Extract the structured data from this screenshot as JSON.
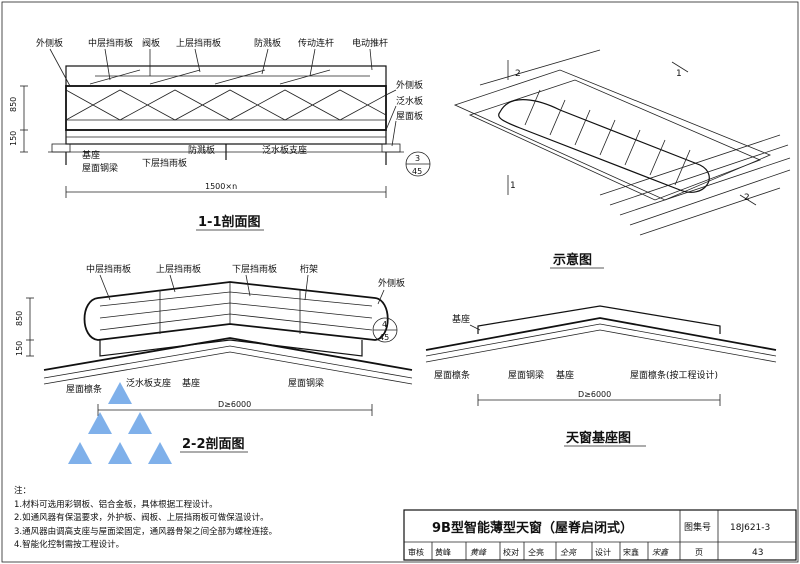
{
  "section11": {
    "title": "1-1剖面图",
    "labels": {
      "outer_side": "外侧板",
      "mid_baffle": "中层挡雨板",
      "valve": "阀板",
      "upper_baffle": "上层挡雨板",
      "anti_splash": "防溅板",
      "drive_rod": "传动连杆",
      "electric_rod": "电动推杆",
      "outer_side_r": "外侧板",
      "flashing": "泛水板",
      "roof_panel": "屋面板",
      "base_seat": "基座",
      "roof_beam": "屋面钢梁",
      "lower_baffle": "下层挡雨板",
      "anti_splash_b": "防溅板",
      "flashing_support": "泛水板支座"
    },
    "dims": {
      "h850": "850",
      "h150": "150",
      "width": "1500×n"
    },
    "ref": {
      "top": "3",
      "bottom": "45"
    }
  },
  "schematic": {
    "title": "示意图",
    "marks": {
      "m1a": "1",
      "m1b": "1",
      "m2a": "2",
      "m2b": "2"
    }
  },
  "section22": {
    "title": "2-2剖面图",
    "labels": {
      "mid_baffle": "中层挡雨板",
      "upper_baffle": "上层挡雨板",
      "lower_baffle": "下层挡雨板",
      "truss": "桁架",
      "outer_side": "外侧板",
      "roof_purlin": "屋面檩条",
      "flashing_support": "泛水板支座",
      "base_seat": "基座",
      "roof_beam": "屋面钢梁"
    },
    "dims": {
      "h850": "850",
      "h150": "150",
      "span": "D≥6000"
    },
    "ref": {
      "top": "4",
      "bottom": "45"
    }
  },
  "base_plan": {
    "title": "天窗基座图",
    "labels": {
      "base_seat": "基座",
      "roof_purlin": "屋面檩条",
      "roof_beam": "屋面钢梁",
      "base_seat2": "基座",
      "roof_purlin_note": "屋面檩条(按工程设计)"
    },
    "dims": {
      "span": "D≥6000"
    }
  },
  "notes": {
    "heading": "注：",
    "items": [
      "1.材料可选用彩钢板、铝合金板，具体根据工程设计。",
      "2.如通风器有保温要求，外护板、阀板、上层挡雨板可做保温设计。",
      "3.通风器由调高支座与屋面梁固定，通风器骨架之间全部为螺栓连接。",
      "4.智能化控制需按工程设计。"
    ]
  },
  "title_block": {
    "drawing_title": "9B型智能薄型天窗（屋脊启闭式）",
    "atlas_label": "图集号",
    "atlas_no": "18J621-3",
    "review_label": "审核",
    "review_name": "黄峰",
    "review_sign": "黄峰",
    "check_label": "校对",
    "check_name": "仝亮",
    "check_sign": "仝亮",
    "design_label": "设计",
    "design_name": "宋鑫",
    "design_sign": "宋鑫",
    "page_label": "页",
    "page_no": "43"
  }
}
